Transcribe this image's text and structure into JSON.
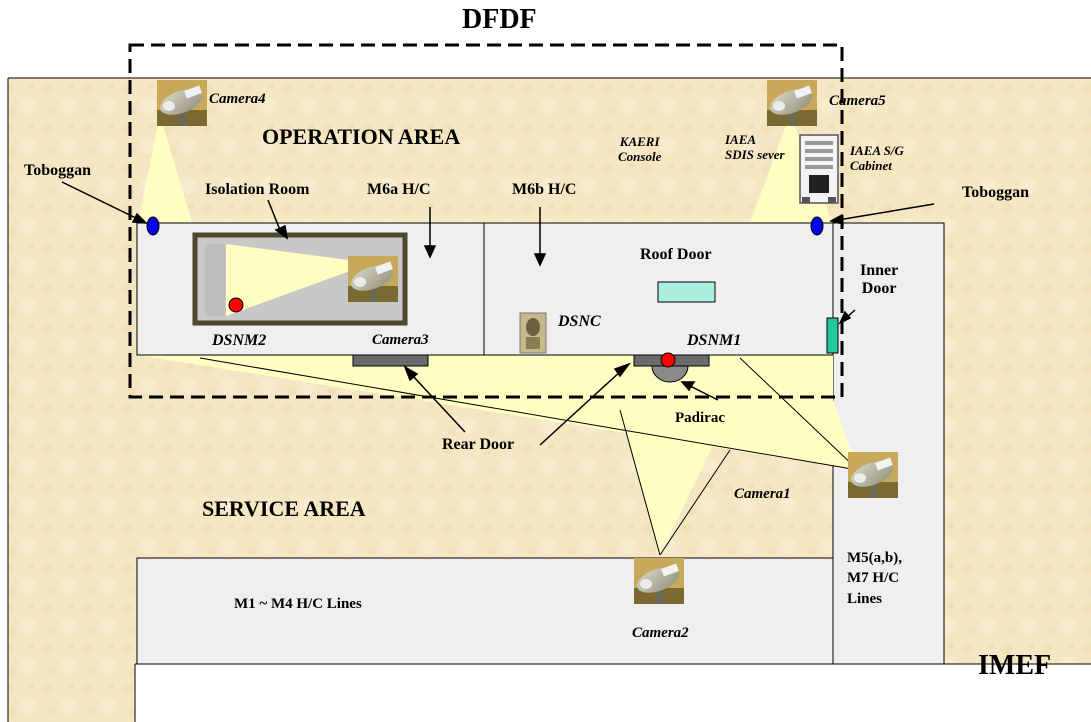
{
  "labels": {
    "dfdf": "DFDF",
    "imef": "IMEF",
    "operation_area": "OPERATION AREA",
    "service_area": "SERVICE AREA",
    "toboggan_left": "Toboggan",
    "toboggan_right": "Toboggan",
    "isolation_room": "Isolation Room",
    "m6a_hc": "M6a H/C",
    "m6b_hc": "M6b H/C",
    "kaeri_console": "KAERI\nConsole",
    "iaea_sdis_server": "IAEA\nSDIS sever",
    "iaea_sg_cabinet": "IAEA S/G\nCabinet",
    "roof_door": "Roof Door",
    "inner_door": "Inner\nDoor",
    "dsnm2": "DSNM2",
    "dsnm1": "DSNM1",
    "dsnc": "DSNC",
    "rear_door": "Rear Door",
    "padirac": "Padirac",
    "m1_m4_lines": "M1 ~ M4 H/C Lines",
    "m5_m7_lines": "M5(a,b),\nM7 H/C\nLines"
  },
  "cameras": {
    "camera1": "Camera1",
    "camera2": "Camera2",
    "camera3": "Camera3",
    "camera4": "Camera4",
    "camera5": "Camera5"
  },
  "colors": {
    "floor_texture": "#f6e7c4",
    "cell_gray": "#efefef",
    "camera_cone": "#ffffc4",
    "isolation_border": "#4a4a28",
    "monitor_red": "#ff0000",
    "toboggan_blue": "#0000ee",
    "door_gray": "#6b6b6b",
    "roof_door_cyan": "#aaeedd",
    "inner_door_green": "#22cc99"
  },
  "icons": [
    "camera-icon",
    "server-cabinet-icon",
    "neutron-counter-icon"
  ]
}
